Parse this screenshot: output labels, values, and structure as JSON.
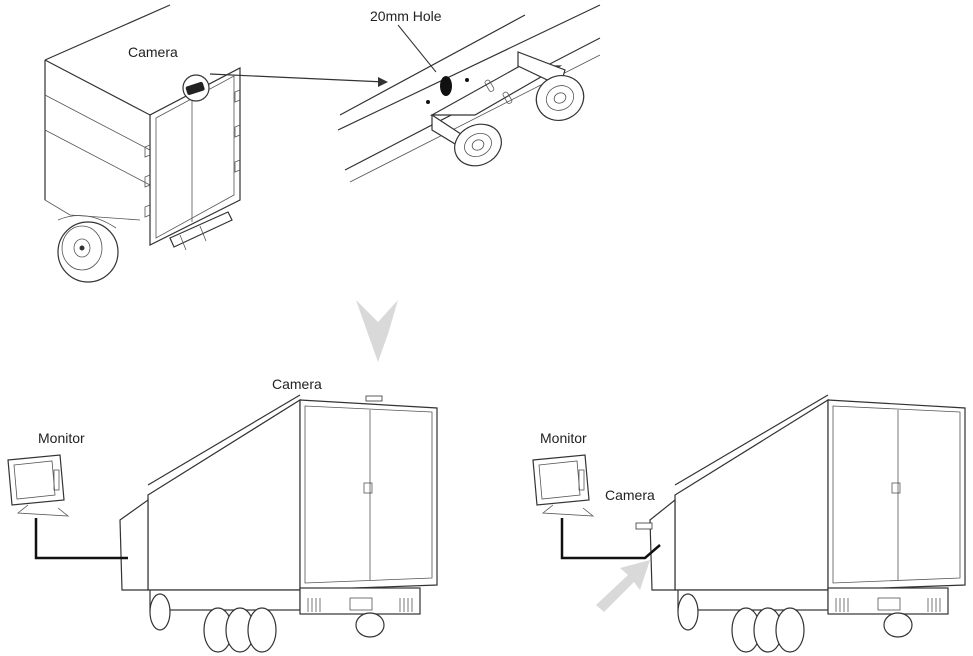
{
  "labels": {
    "camera_top": "Camera",
    "hole": "20mm Hole",
    "camera_bottom_left": "Camera",
    "monitor_left": "Monitor",
    "monitor_right": "Monitor",
    "camera_right": "Camera"
  },
  "colors": {
    "line": "#333333",
    "arrow_gray": "#d9d9d9",
    "cable": "#111111",
    "hole": "#111111"
  }
}
